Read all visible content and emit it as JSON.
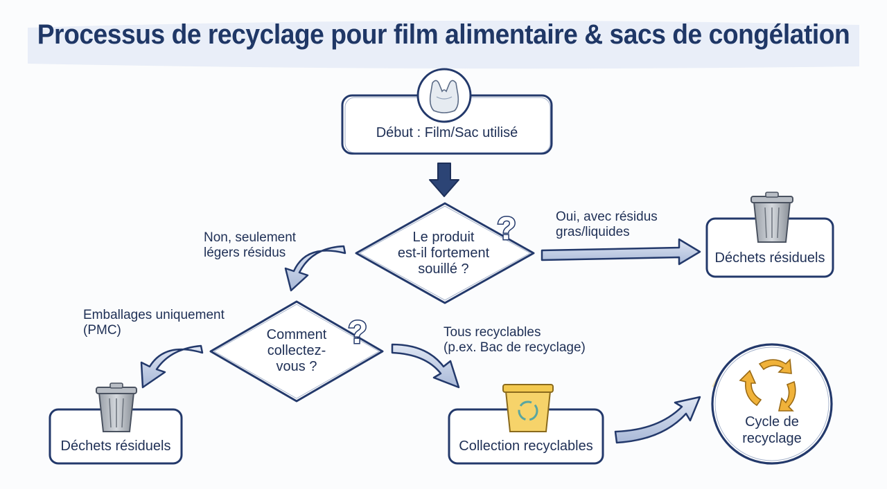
{
  "title": "Processus de recyclage pour film alimentaire & sacs de congélation",
  "nodes": {
    "start": "Début : Film/Sac utilisé",
    "decision1": [
      "Le produit",
      "est-il fortement",
      "souillé ?"
    ],
    "residual_right": "Déchets résiduels",
    "decision2": [
      "Comment",
      "collectez-",
      "vous ?"
    ],
    "residual_left": "Déchets résiduels",
    "recyclables": "Collection recyclables",
    "cycle": [
      "Cycle de",
      "recyclage"
    ]
  },
  "edges": {
    "yes_soiled": [
      "Oui, avec résidus",
      "gras/liquides"
    ],
    "no_soiled": [
      "Non, seulement",
      "légers résidus"
    ],
    "packaging_only": [
      "Emballages uniquement",
      "(PMC)"
    ],
    "all_recyclable": [
      "Tous recyclables",
      "(p.ex. Bac de recyclage)"
    ]
  },
  "icons": [
    "plastic-bag-icon",
    "down-arrow-icon",
    "question-mark-icon",
    "trash-can-icon",
    "recycling-bin-icon",
    "recycle-arrows-icon"
  ],
  "colors": {
    "stroke": "#23396b",
    "arrow_fill": "#b8c6e0",
    "bin_yellow": "#f6d36a",
    "recycle_orange": "#f0b23a",
    "trash_gray": "#8a8f96"
  }
}
